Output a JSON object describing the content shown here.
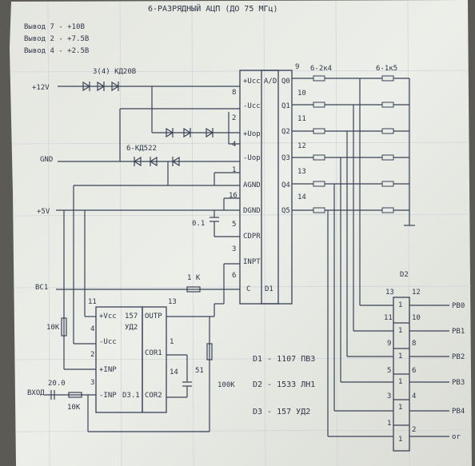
{
  "title": "6-РАЗРЯДНЫЙ АЦП (ДО 75 МГц)",
  "pin_notes": [
    "Вывод 7 - +10В",
    "Вывод 2 - +7.5В",
    "Вывод 4 - +2.5В"
  ],
  "inputs": {
    "p12": "+12V",
    "gnd": "GND",
    "p5": "+5V",
    "bc1": "BC1",
    "vhod": "ВХОД"
  },
  "parts": {
    "diodes_top": "3(4) КД20В",
    "diodes_mid": "6-КД522",
    "res_bank1": "6-2к4",
    "res_bank2": "6-1к5",
    "cap_01": "0.1",
    "res_1k": "1 K",
    "res_10k_v": "10K",
    "res_10k_h": "10K",
    "cap_20": "20.0",
    "cap_51": "51",
    "res_100k": "100K"
  },
  "d1": {
    "top_label": "A/D",
    "pins_left": [
      "+Ucc",
      "-Ucc",
      "+Uop",
      "-Uop",
      "AGND",
      "DGND",
      "CDPR",
      "INPT",
      "C"
    ],
    "pin_nums_left": [
      "8",
      "2",
      "4",
      "1",
      "16",
      "5",
      "3",
      "6"
    ],
    "outputs": [
      "Q0",
      "Q1",
      "Q2",
      "Q3",
      "Q4",
      "Q5"
    ],
    "out_nums": [
      "9",
      "10",
      "11",
      "12",
      "13",
      "14"
    ],
    "name": "D1"
  },
  "d3": {
    "pins_left": [
      "+Vcc",
      "-Ucc",
      "+INP",
      "-INP"
    ],
    "pin_nums_left": [
      "11",
      "4",
      "2",
      "3"
    ],
    "type_line1": "157",
    "type_line2": "УД2",
    "pins_right": [
      "OUTP",
      "COR1",
      "COR2"
    ],
    "right_nums": [
      "13",
      "1",
      "14"
    ],
    "name": "D3.1"
  },
  "d2": {
    "name": "D2",
    "top_nums": [
      "13",
      "12"
    ],
    "cells": [
      "1",
      "1",
      "1",
      "1",
      "1",
      "1"
    ],
    "in_nums": [
      "11",
      "9",
      "5",
      "3",
      "1"
    ],
    "out_nums": [
      "10",
      "8",
      "6",
      "4",
      "2"
    ],
    "outputs": [
      "PB0",
      "PB1",
      "PB2",
      "PB3",
      "PB4",
      "or"
    ]
  },
  "legend": [
    "D1 - 1107 ПВ3",
    "D2 - 1533 ЛН1",
    "D3 - 157 УД2"
  ],
  "colors": {
    "paper": "#e9ebe6",
    "ink": "#3a4256"
  }
}
